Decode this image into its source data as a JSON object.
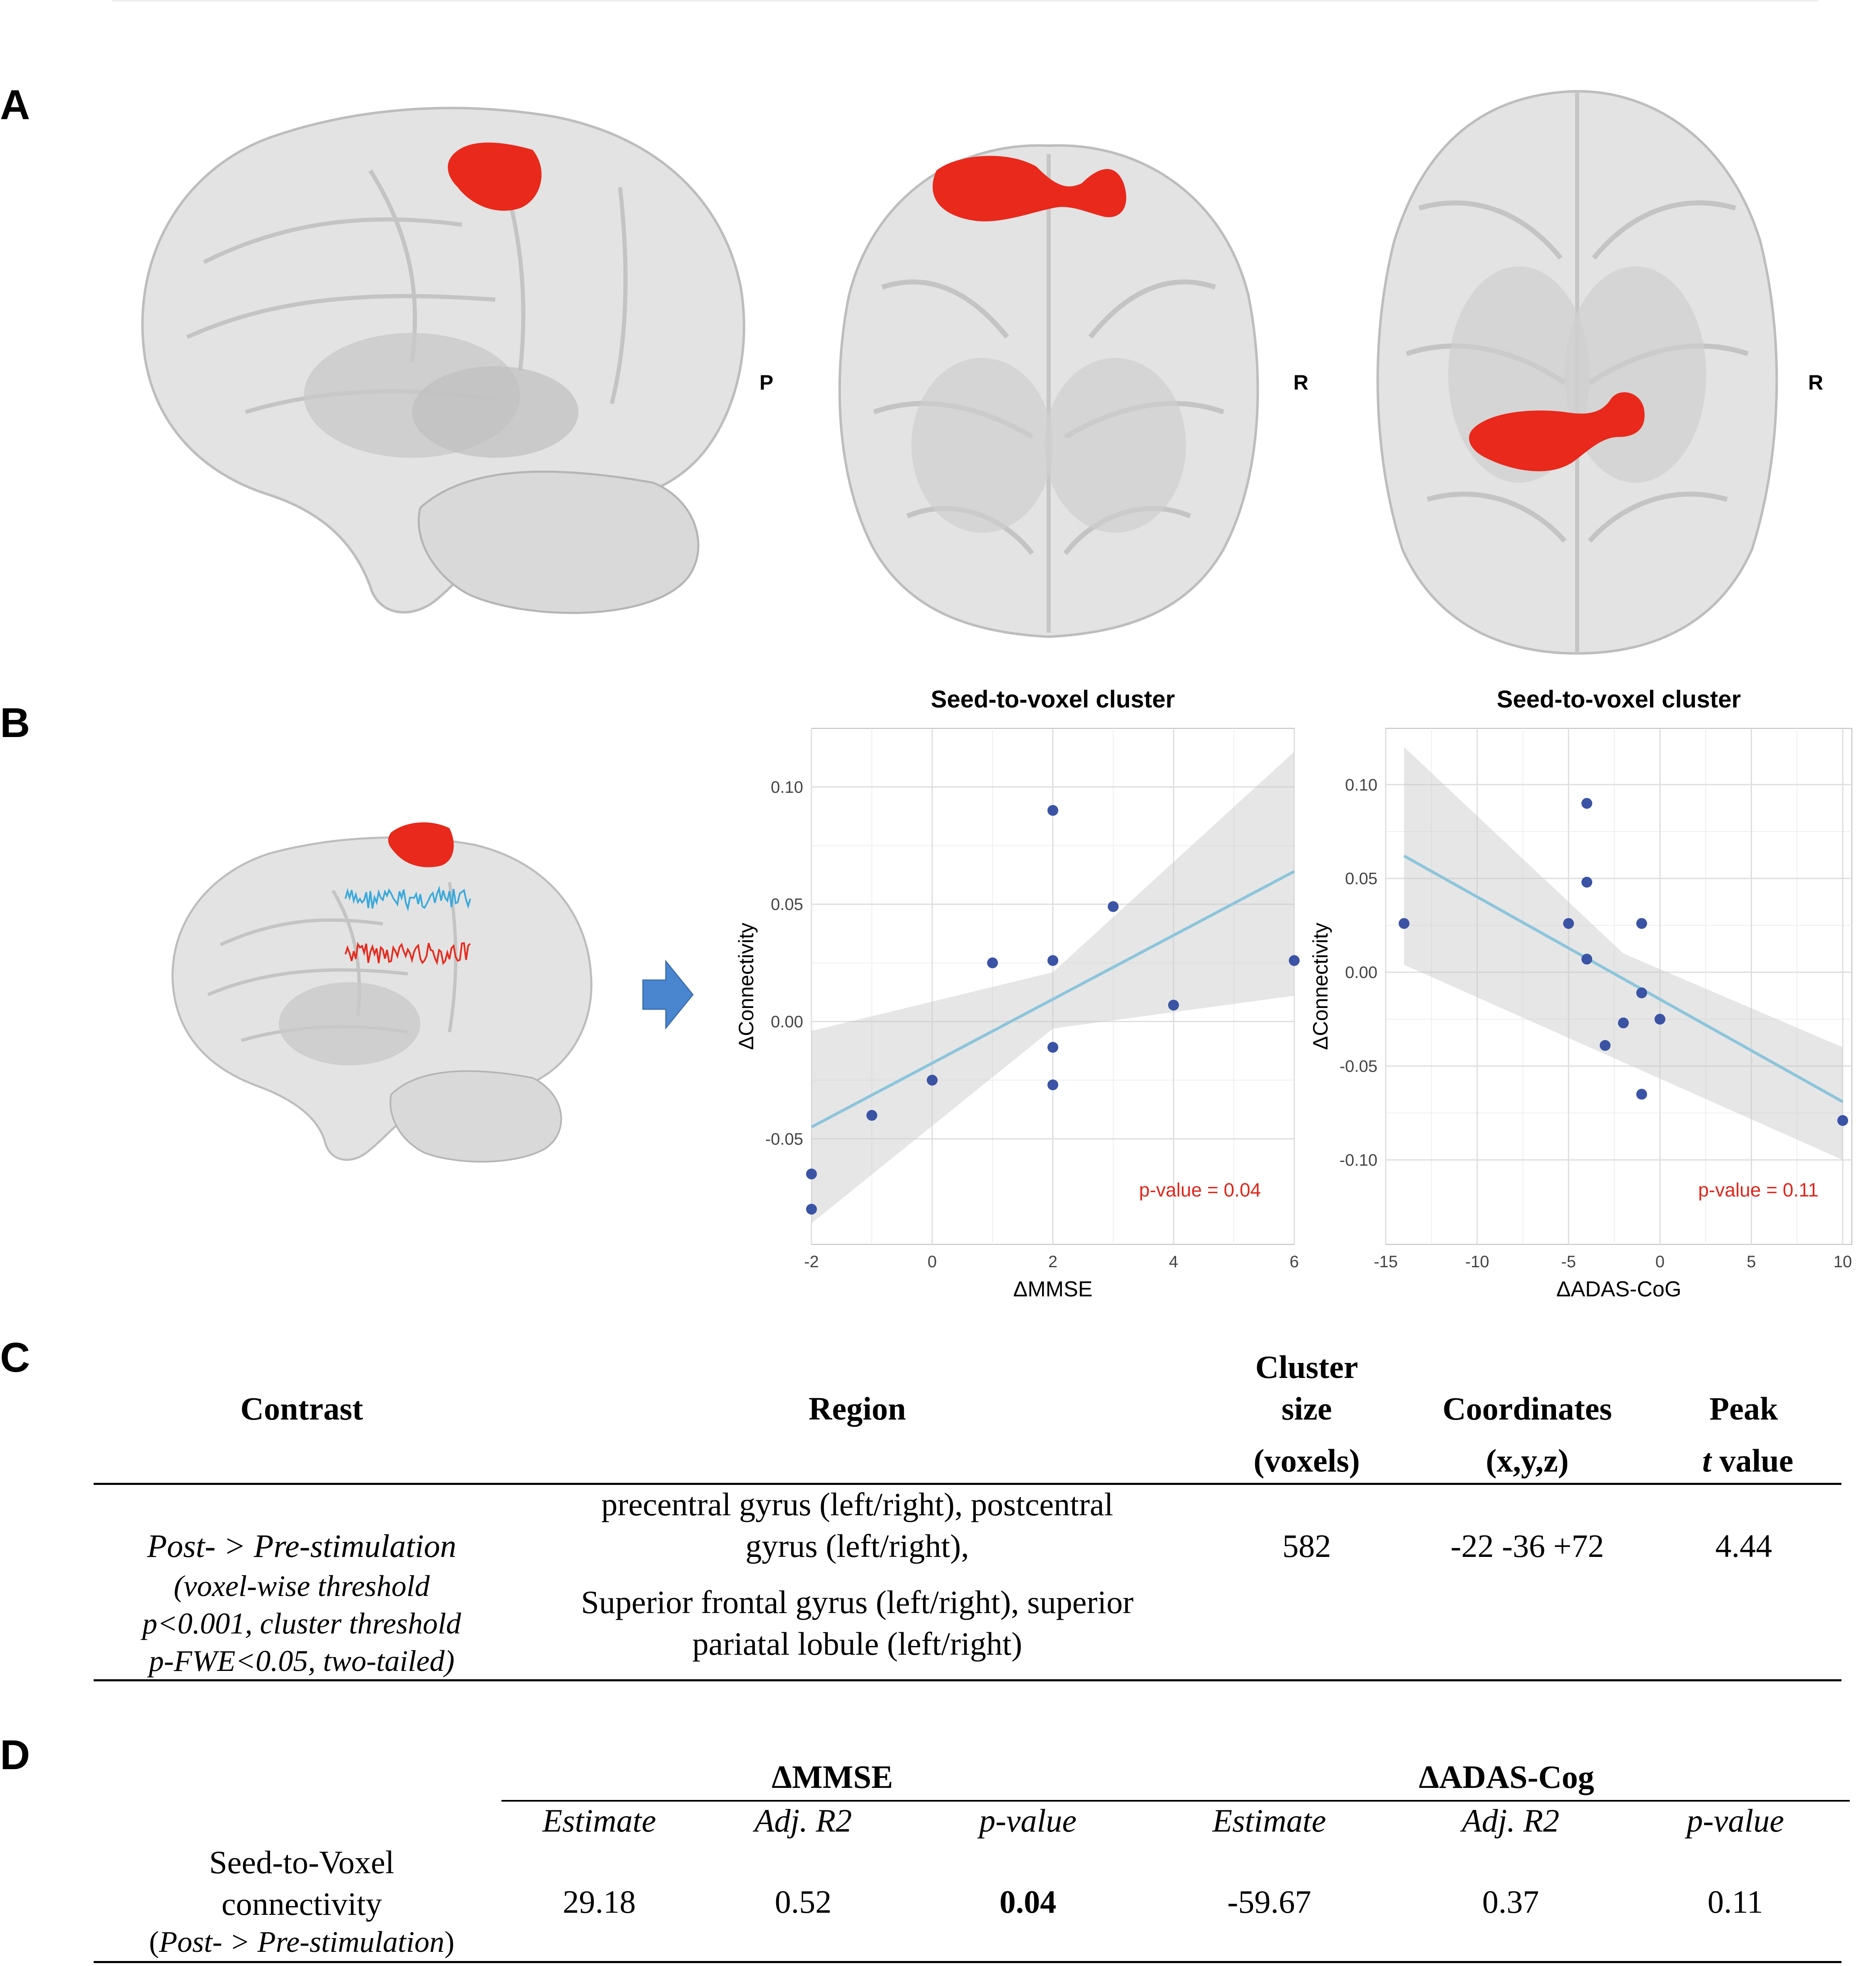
{
  "panels": {
    "a": "A",
    "b": "B",
    "c": "C",
    "d": "D"
  },
  "panel_a": {
    "views": [
      {
        "name": "sagittal",
        "side_label": "P"
      },
      {
        "name": "coronal",
        "side_label": "R"
      },
      {
        "name": "axial",
        "side_label": "R"
      }
    ],
    "cluster_color": "#e8291c"
  },
  "panel_b": {
    "signal_colors": {
      "top": "#39a9dc",
      "bottom": "#e8291c"
    },
    "arrow_color": "#4a86d0"
  },
  "chart_data": [
    {
      "type": "scatter",
      "title": "Seed-to-voxel cluster",
      "xlabel": "ΔMMSE",
      "ylabel": "ΔConnectivity",
      "xlim": [
        -2,
        6
      ],
      "ylim": [
        -0.095,
        0.125
      ],
      "xticks": [
        -2,
        0,
        2,
        4,
        6
      ],
      "yticks": [
        -0.05,
        0.0,
        0.05,
        0.1
      ],
      "xtick_labels": [
        "-2",
        "0",
        "2",
        "4",
        "6"
      ],
      "ytick_labels": [
        "-0.05",
        "0.00",
        "0.05",
        "0.10"
      ],
      "points": [
        {
          "x": -2,
          "y": -0.065
        },
        {
          "x": -2,
          "y": -0.08
        },
        {
          "x": -1,
          "y": -0.04
        },
        {
          "x": 0,
          "y": -0.025
        },
        {
          "x": 1,
          "y": 0.025
        },
        {
          "x": 2,
          "y": 0.09
        },
        {
          "x": 2,
          "y": 0.026
        },
        {
          "x": 2,
          "y": -0.011
        },
        {
          "x": 2,
          "y": -0.027
        },
        {
          "x": 3,
          "y": 0.049
        },
        {
          "x": 4,
          "y": 0.007
        },
        {
          "x": 6,
          "y": 0.026
        }
      ],
      "fit": {
        "x": [
          -2,
          6
        ],
        "y": [
          -0.045,
          0.064
        ]
      },
      "ci_band": {
        "x": [
          -2,
          2,
          6
        ],
        "upper": [
          -0.004,
          0.021,
          0.115
        ],
        "lower": [
          -0.086,
          -0.003,
          0.011
        ]
      },
      "annotation": "p-value = 0.04",
      "grid": true,
      "point_color": "#3a53a4",
      "line_color": "#8cc5dc",
      "annotation_color": "#e0261b"
    },
    {
      "type": "scatter",
      "title": "Seed-to-voxel cluster",
      "xlabel": "ΔADAS-CoG",
      "ylabel": "ΔConnectivity",
      "xlim": [
        -15,
        10.5
      ],
      "ylim": [
        -0.145,
        0.13
      ],
      "xticks": [
        -15,
        -10,
        -5,
        0,
        5,
        10
      ],
      "yticks": [
        -0.1,
        -0.05,
        0.0,
        0.05,
        0.1
      ],
      "xtick_labels": [
        "-15",
        "-10",
        "-5",
        "0",
        "5",
        "10"
      ],
      "ytick_labels": [
        "-0.10",
        "-0.05",
        "0.00",
        "0.05",
        "0.10"
      ],
      "points": [
        {
          "x": -14,
          "y": 0.026
        },
        {
          "x": -4,
          "y": 0.09
        },
        {
          "x": -4,
          "y": 0.048
        },
        {
          "x": -5,
          "y": 0.026
        },
        {
          "x": -4,
          "y": 0.007
        },
        {
          "x": -1,
          "y": 0.026
        },
        {
          "x": -1,
          "y": -0.011
        },
        {
          "x": -2,
          "y": -0.027
        },
        {
          "x": 0,
          "y": -0.025
        },
        {
          "x": -3,
          "y": -0.039
        },
        {
          "x": -1,
          "y": -0.065
        },
        {
          "x": 10,
          "y": -0.079
        }
      ],
      "fit": {
        "x": [
          -14,
          10
        ],
        "y": [
          0.062,
          -0.069
        ]
      },
      "ci_band": {
        "x": [
          -14,
          -2,
          10
        ],
        "upper": [
          0.12,
          0.01,
          -0.04
        ],
        "lower": [
          0.004,
          -0.048,
          -0.1
        ]
      },
      "annotation": "p-value = 0.11",
      "grid": true,
      "point_color": "#3a53a4",
      "line_color": "#8cc5dc",
      "annotation_color": "#e0261b"
    }
  ],
  "table_c": {
    "headers": {
      "contrast": "Contrast",
      "region": "Region",
      "cluster_1": "Cluster",
      "cluster_2": "size",
      "cluster_3": "(voxels)",
      "coords_1": "Coordinates",
      "coords_2": "(x,y,z)",
      "peak_1": "Peak",
      "peak_2_t": "t",
      "peak_2_rest": " value"
    },
    "row": {
      "contrast_main": "Post- > Pre-stimulation",
      "contrast_note_1": "(voxel-wise threshold",
      "contrast_note_2": "p<0.001, cluster threshold",
      "contrast_note_3": "p-FWE<0.05, two-tailed)",
      "region_1": "precentral gyrus (left/right), postcentral",
      "region_2": "gyrus (left/right),",
      "region_3": "Superior frontal gyrus (left/right), superior",
      "region_4": "pariatal lobule (left/right)",
      "cluster_size": "582",
      "coordinates": "-22 -36 +72",
      "peak_t": "4.44"
    }
  },
  "table_d": {
    "group_mmse": "ΔMMSE",
    "group_adas": "ΔADAS-Cog",
    "subheaders": [
      "Estimate",
      "Adj. R2",
      "p-value",
      "Estimate",
      "Adj. R2",
      "p-value"
    ],
    "row_label_1": "Seed-to-Voxel",
    "row_label_2": "connectivity",
    "row_label_3_open": "(",
    "row_label_3_it": "Post- > Pre-stimulation",
    "row_label_3_close": ")",
    "values": [
      "29.18",
      "0.52",
      "0.04",
      "-59.67",
      "0.37",
      "0.11"
    ]
  }
}
